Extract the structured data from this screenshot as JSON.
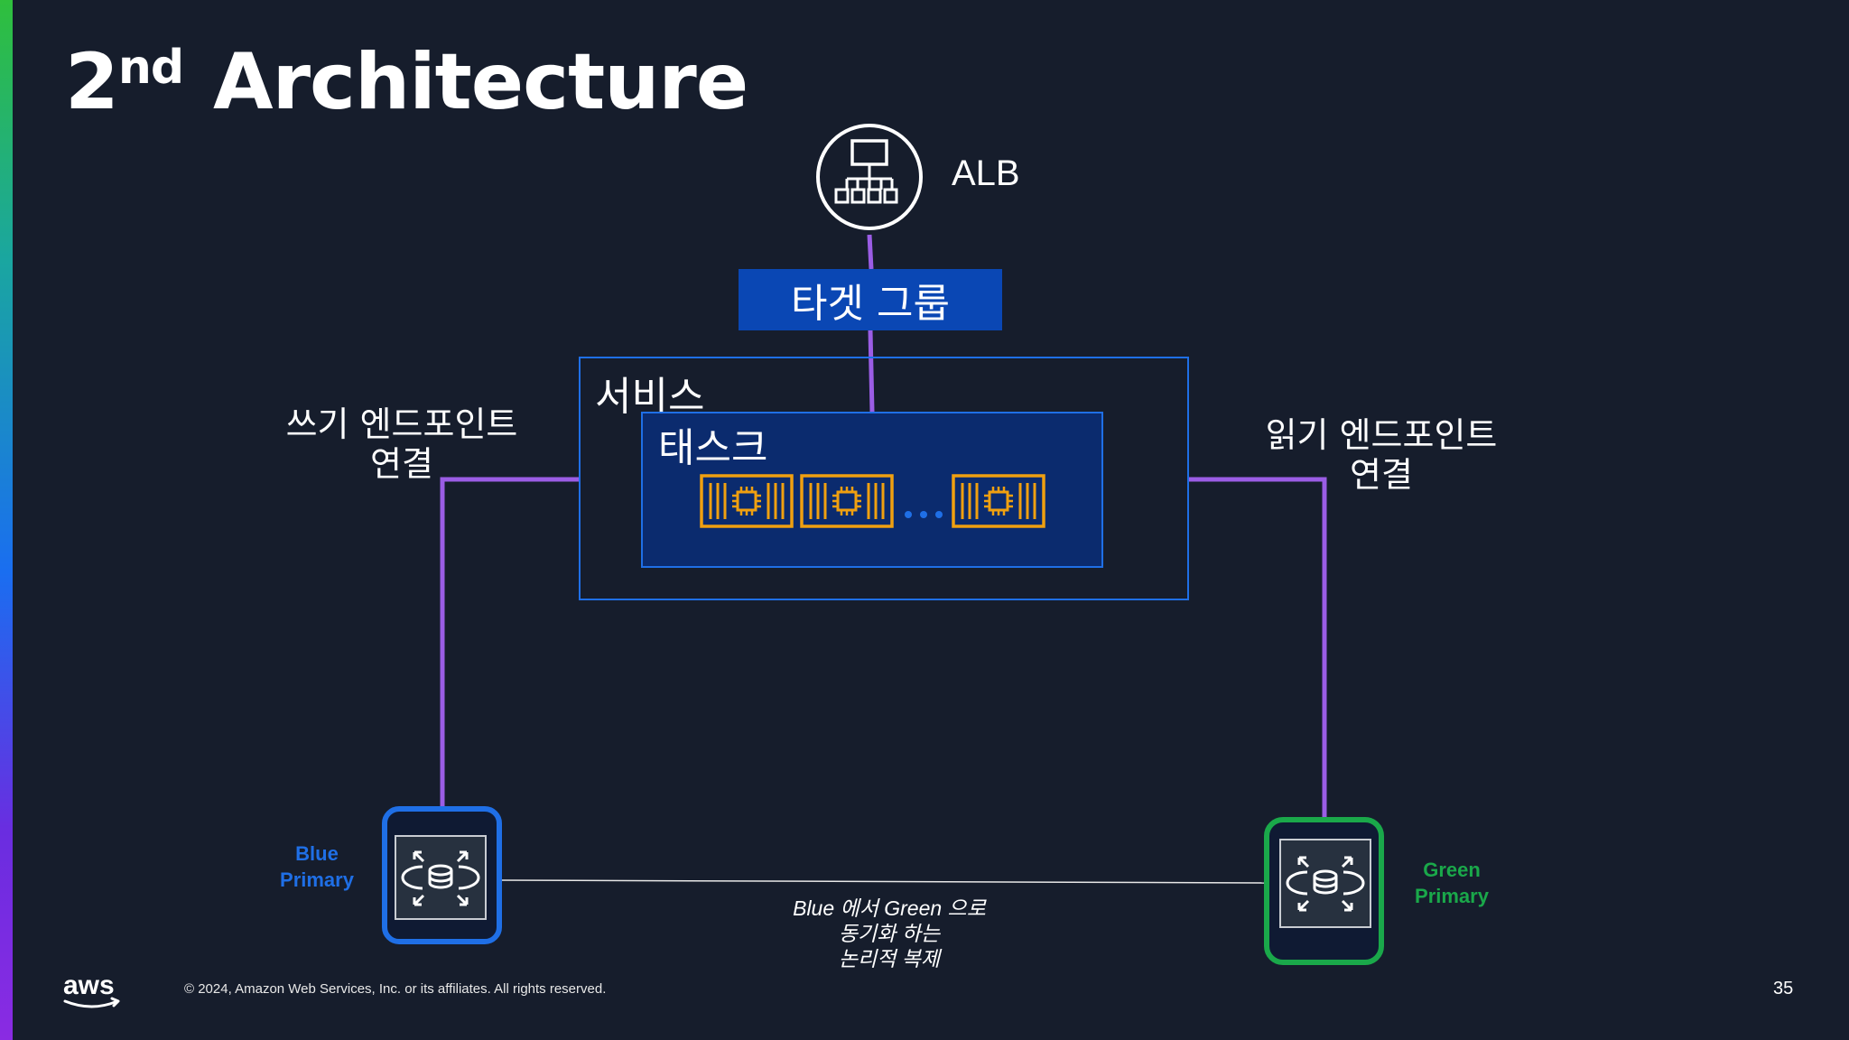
{
  "slide": {
    "title_main": "2",
    "title_sup": "nd",
    "title_rest": " Architecture",
    "page_number": "35",
    "copyright": "© 2024, Amazon Web Services, Inc. or its affiliates. All rights reserved.",
    "logo_text": "aws"
  },
  "diagram": {
    "alb_label": "ALB",
    "target_group": "타겟 그룹",
    "service": "서비스",
    "task": "태스크",
    "write_endpoint_line1": "쓰기 엔드포인트",
    "write_endpoint_line2": "연결",
    "read_endpoint_line1": "읽기 엔드포인트",
    "read_endpoint_line2": "연결",
    "blue_line1": "Blue",
    "blue_line2": "Primary",
    "green_line1": "Green",
    "green_line2": "Primary",
    "replication_line1": "Blue 에서 Green 으로",
    "replication_line2": "동기화 하는",
    "replication_line3": "논리적 복제"
  },
  "colors": {
    "background": "#161d2c",
    "connector_purple": "#9b5de5",
    "service_border": "#1f6fe6",
    "target_group_fill": "#0a47b4",
    "task_fill": "#0b2b6e",
    "container_orange": "#f0a010",
    "blue_db": "#1f6fe6",
    "green_db": "#1aa84a"
  },
  "icons": {
    "alb": "load-balancer-icon",
    "container": "container-icon",
    "database": "rds-database-icon"
  }
}
